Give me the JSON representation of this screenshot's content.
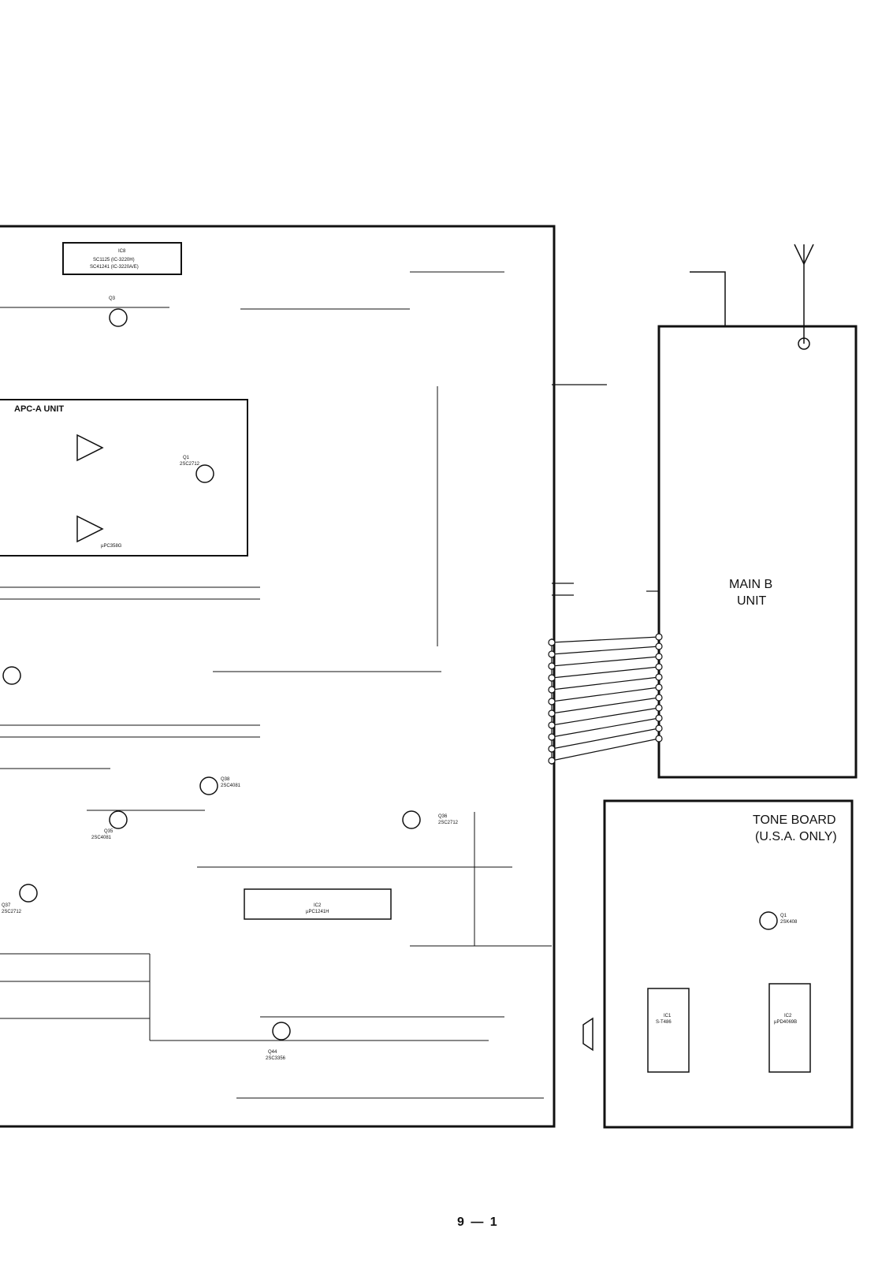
{
  "labels": {
    "apc_unit": "APC-A UNIT",
    "main_b_unit_line1": "MAIN B",
    "main_b_unit_line2": "UNIT",
    "tone_board_line1": "TONE BOARD",
    "tone_board_line2": "(U.S.A. ONLY)",
    "page_number": "9 — 1"
  },
  "components": {
    "ic8": "IC8",
    "ic8_part1": "SC1125 (IC-3220H)",
    "ic8_part2": "SC41241 (IC-3220A/E)",
    "q3": "Q3",
    "q1": "Q1",
    "q1_part": "2SC2712",
    "ic1_part": "µPC358G",
    "q35": "Q35",
    "q35_part": "2SC4081",
    "q36": "Q36",
    "q36_part": "2SC2712",
    "q38": "Q38",
    "q38_part": "2SC4081",
    "q37": "Q37",
    "q37_part": "2SC2712",
    "ic2": "IC2",
    "ic2_part": "µPC1241H",
    "q44": "Q44",
    "q44_part": "2SC3356",
    "tone_q1": "Q1",
    "tone_q1_part": "2SK408",
    "tone_ic1": "IC1",
    "tone_ic1_part": "S-T486",
    "tone_ic2": "IC2",
    "tone_ic2_part": "µPD4069B"
  }
}
